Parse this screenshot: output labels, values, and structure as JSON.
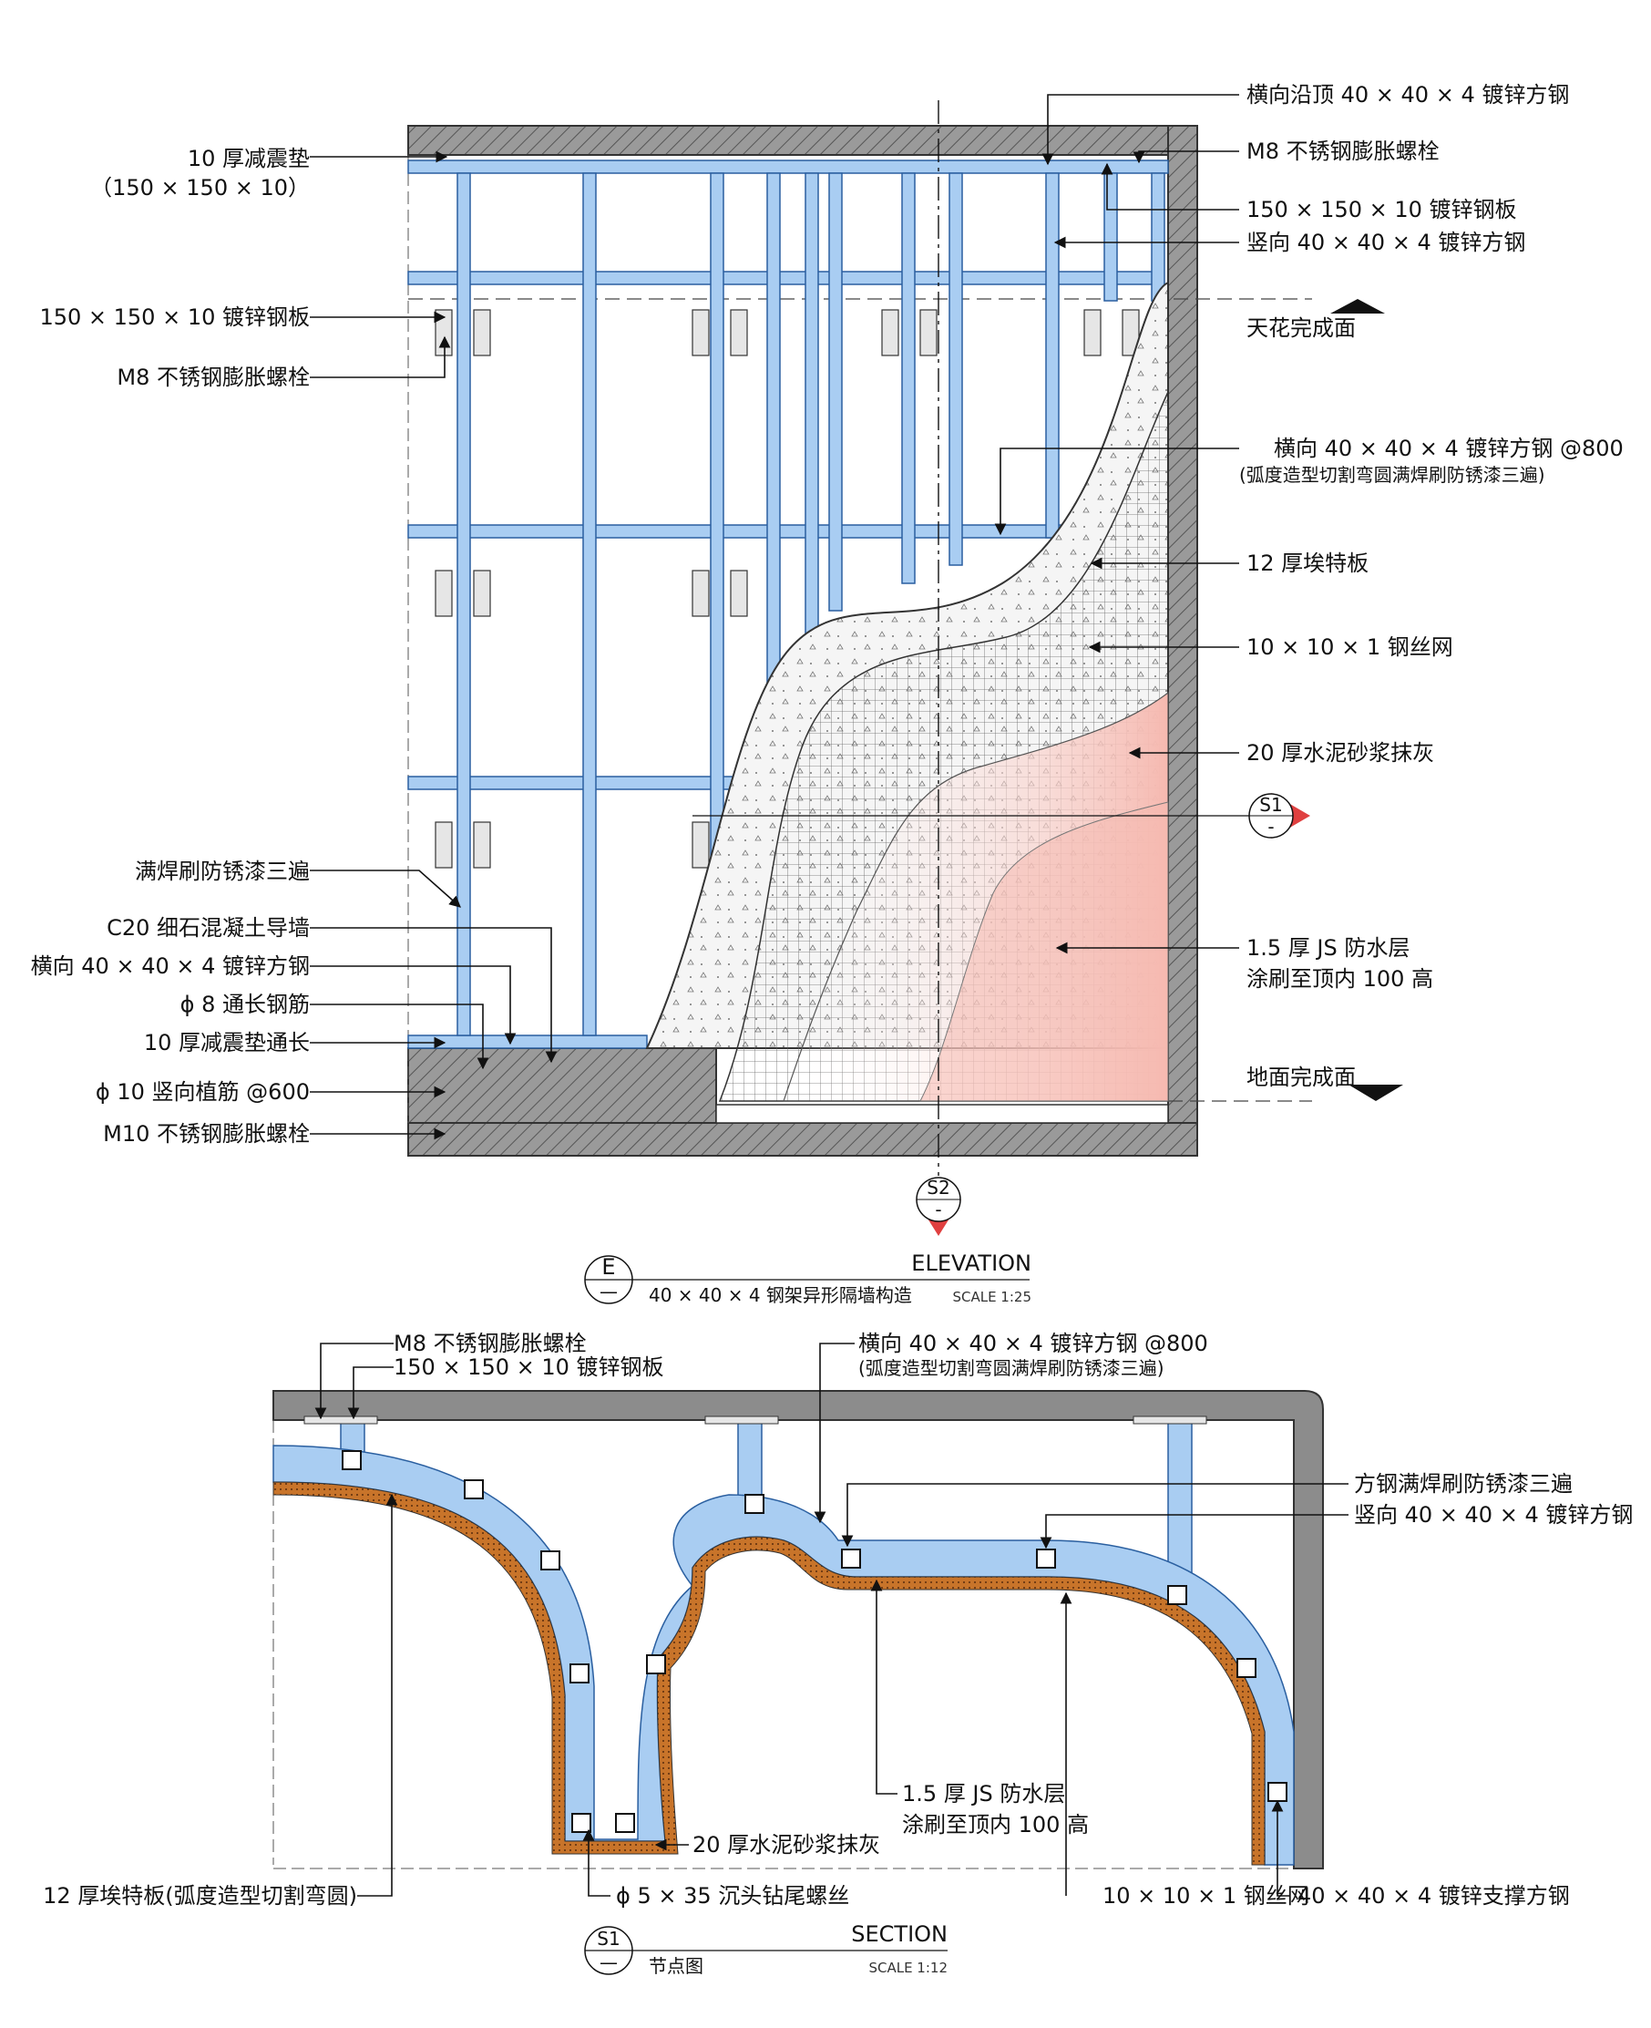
{
  "elevation": {
    "symbol": "E",
    "symbol_sub": "—",
    "title_en": "ELEVATION",
    "title_cn": "40 × 40 × 4 钢架异形隔墙构造",
    "scale": "SCALE 1:25",
    "section_marks": [
      {
        "id": "S1",
        "sub": "-"
      },
      {
        "id": "S2",
        "sub": "-"
      }
    ],
    "labels_left": [
      {
        "text": "10 厚减震垫",
        "text2": "（150 × 150 × 10）"
      },
      {
        "text": "150 × 150 × 10 镀锌钢板"
      },
      {
        "text": "M8 不锈钢膨胀螺栓"
      },
      {
        "text": "满焊刷防锈漆三遍"
      },
      {
        "text": "C20 细石混凝土导墙"
      },
      {
        "text": "横向 40 × 40 × 4 镀锌方钢"
      },
      {
        "text": "ϕ 8 通长钢筋"
      },
      {
        "text": "10 厚减震垫通长"
      },
      {
        "text": "ϕ 10 竖向植筋 @600"
      },
      {
        "text": "M10 不锈钢膨胀螺栓"
      }
    ],
    "labels_right": [
      {
        "text": "横向沿顶 40 × 40 × 4 镀锌方钢"
      },
      {
        "text": "M8 不锈钢膨胀螺栓"
      },
      {
        "text": "150 × 150 × 10 镀锌钢板"
      },
      {
        "text": "竖向 40 × 40 × 4 镀锌方钢"
      },
      {
        "text": "天花完成面"
      },
      {
        "text": "横向 40 × 40 × 4 镀锌方钢 @800",
        "text2": "(弧度造型切割弯圆满焊刷防锈漆三遍)"
      },
      {
        "text": "12 厚埃特板"
      },
      {
        "text": "10 × 10 × 1 钢丝网"
      },
      {
        "text": "20 厚水泥砂浆抹灰"
      },
      {
        "text": "1.5 厚 JS 防水层",
        "text2": "涂刷至顶内 100 高"
      },
      {
        "text": "地面完成面"
      }
    ]
  },
  "section": {
    "symbol": "S1",
    "symbol_sub": "—",
    "title_en": "SECTION",
    "title_cn": "节点图",
    "scale": "SCALE 1:12",
    "labels": [
      {
        "text": "M8 不锈钢膨胀螺栓"
      },
      {
        "text": "150 × 150 × 10 镀锌钢板"
      },
      {
        "text": "横向 40 × 40 × 4 镀锌方钢 @800",
        "text2": "(弧度造型切割弯圆满焊刷防锈漆三遍)"
      },
      {
        "text": "方钢满焊刷防锈漆三遍"
      },
      {
        "text": "竖向 40 × 40 × 4 镀锌方钢"
      },
      {
        "text": "1.5 厚 JS 防水层",
        "text2": "涂刷至顶内 100 高"
      },
      {
        "text": "20 厚水泥砂浆抹灰"
      },
      {
        "text": "12 厚埃特板(弧度造型切割弯圆)"
      },
      {
        "text": "ϕ 5 × 35 沉头钻尾螺丝"
      },
      {
        "text": "10 × 10 × 1 钢丝网"
      },
      {
        "text": "40 × 40 × 4 镀锌支撑方钢"
      }
    ]
  },
  "colors": {
    "steel": "#a9cdf2",
    "steel_edge": "#2a5fa0",
    "concrete": "#8c8c8c",
    "waterproof": "#f6b9b0",
    "mortar": "#c8742a",
    "marker_red": "#e04040"
  }
}
